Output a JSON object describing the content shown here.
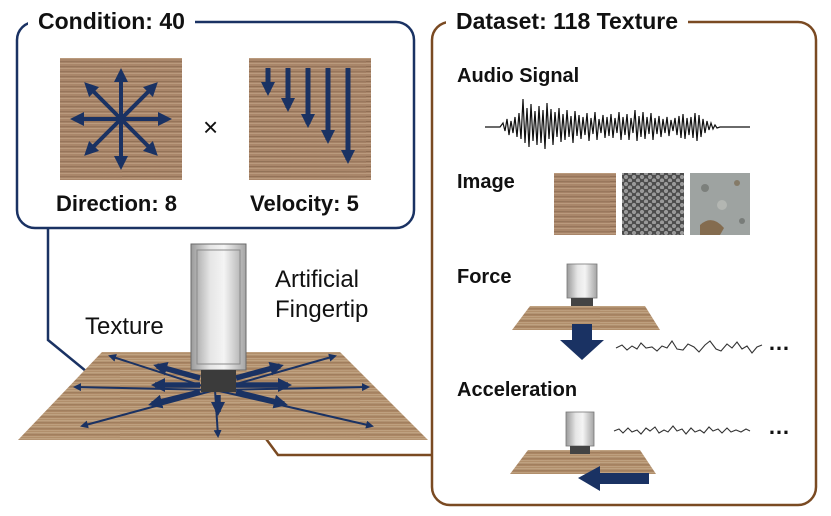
{
  "condition": {
    "title": "Condition: 40",
    "direction_label": "Direction: 8",
    "velocity_label": "Velocity: 5",
    "times_symbol": "×"
  },
  "dataset": {
    "title": "Dataset: 118 Texture",
    "audio_label": "Audio Signal",
    "image_label": "Image",
    "force_label": "Force",
    "acceleration_label": "Acceleration",
    "ellipsis": "…"
  },
  "scene": {
    "texture_label": "Texture",
    "fingertip_label_line1": "Artificial",
    "fingertip_label_line2": "Fingertip"
  },
  "colors": {
    "navy": "#1a3263",
    "brown": "#7a4a22",
    "wood_light": "#b99a78",
    "wood_dark": "#8a6a4e"
  }
}
